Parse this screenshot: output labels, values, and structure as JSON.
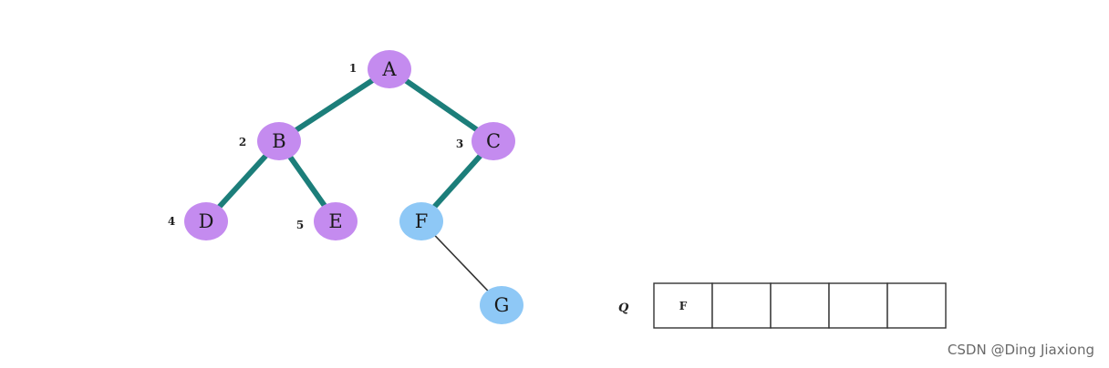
{
  "colors": {
    "visited_node": "#c48bef",
    "pending_node": "#8ec8f6",
    "visited_edge": "#1c7e7a",
    "pending_edge": "#333333"
  },
  "tree": {
    "nodes": [
      {
        "id": "A",
        "label": "A",
        "index": "1",
        "state": "visited"
      },
      {
        "id": "B",
        "label": "B",
        "index": "2",
        "state": "visited"
      },
      {
        "id": "C",
        "label": "C",
        "index": "3",
        "state": "visited"
      },
      {
        "id": "D",
        "label": "D",
        "index": "4",
        "state": "visited"
      },
      {
        "id": "E",
        "label": "E",
        "index": "5",
        "state": "visited"
      },
      {
        "id": "F",
        "label": "F",
        "index": "",
        "state": "pending"
      },
      {
        "id": "G",
        "label": "G",
        "index": "",
        "state": "pending"
      }
    ],
    "edges": [
      {
        "from": "A",
        "to": "B",
        "state": "visited"
      },
      {
        "from": "A",
        "to": "C",
        "state": "visited"
      },
      {
        "from": "B",
        "to": "D",
        "state": "visited"
      },
      {
        "from": "B",
        "to": "E",
        "state": "visited"
      },
      {
        "from": "C",
        "to": "F",
        "state": "visited"
      },
      {
        "from": "F",
        "to": "G",
        "state": "pending"
      }
    ]
  },
  "queue": {
    "label": "Q",
    "cells": [
      "F",
      "",
      "",
      "",
      ""
    ]
  },
  "watermark": "CSDN @Ding Jiaxiong"
}
